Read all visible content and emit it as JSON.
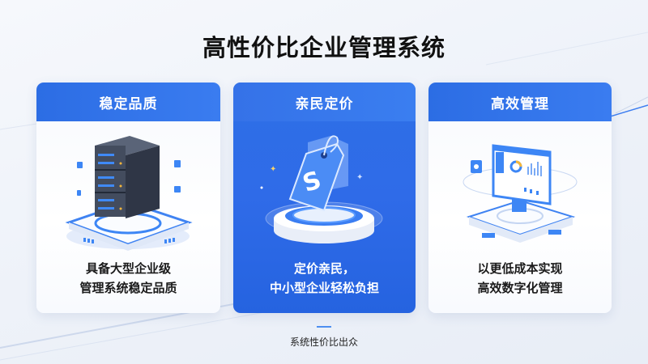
{
  "page": {
    "title": "高性价比企业管理系统",
    "footer": "系统性价比出众"
  },
  "cards": [
    {
      "title": "稳定品质",
      "description_lines": [
        "具备大型企业级",
        "管理系统稳定品质"
      ],
      "icon": "server-rack-icon",
      "style": "light"
    },
    {
      "title": "亲民定价",
      "description_lines": [
        "定价亲民，",
        "中小型企业轻松负担"
      ],
      "icon": "price-tag-icon",
      "style": "blue"
    },
    {
      "title": "高效管理",
      "description_lines": [
        "以更低成本实现",
        "高效数字化管理"
      ],
      "icon": "dashboard-monitor-icon",
      "style": "light"
    }
  ],
  "colors": {
    "accent": "#2f6be8",
    "header": "#3578ec",
    "title_text": "#111111",
    "background": "#eef2f9"
  }
}
